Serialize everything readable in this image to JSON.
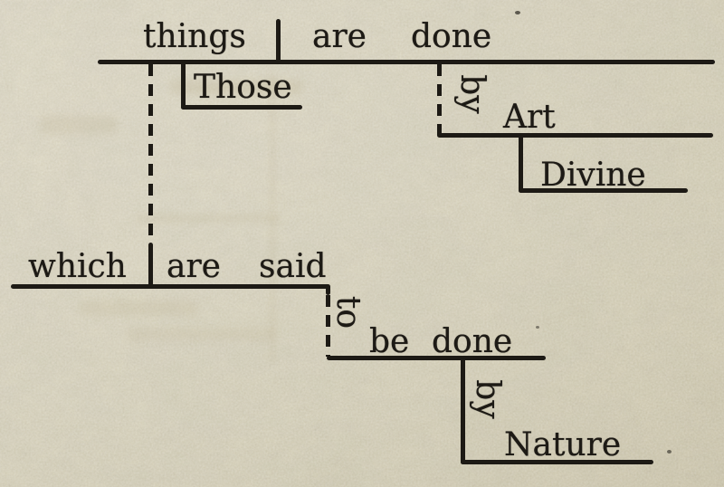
{
  "diagram": {
    "type": "reed-kellogg-sentence-diagram",
    "main_clause": {
      "subject": "things",
      "verb_word1": "are",
      "verb_word2": "done",
      "subject_modifier": "Those",
      "preposition": "by",
      "prep_object": "Art",
      "prep_object_modifier": "Divine"
    },
    "relative_clause": {
      "subject": "which",
      "verb_word1": "are",
      "verb_word2": "said",
      "infinitive_marker": "to",
      "infinitive_word1": "be",
      "infinitive_word2": "done",
      "preposition": "by",
      "prep_object": "Nature"
    },
    "colors": {
      "ink": "#1d1a15",
      "paper": "#d9d3bb"
    }
  }
}
